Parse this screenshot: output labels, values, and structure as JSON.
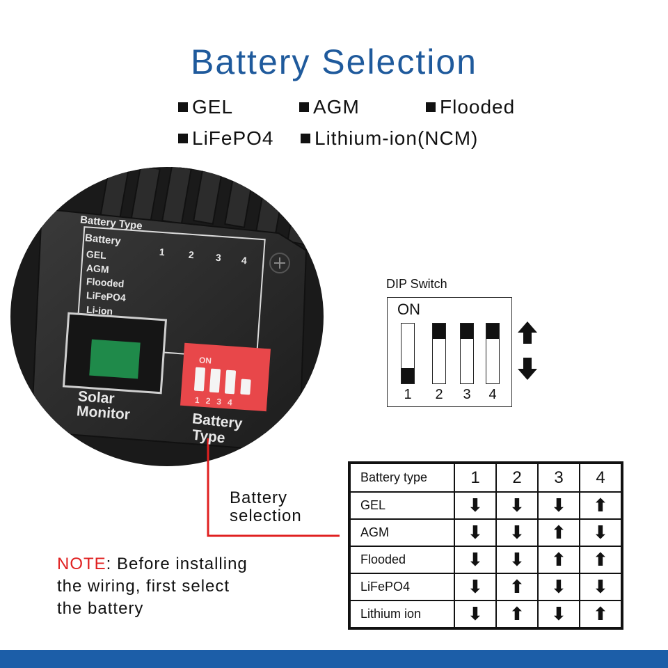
{
  "title": "Battery Selection",
  "battery_types": [
    "GEL",
    "AGM",
    "Flooded",
    "LiFePO4",
    "Lithium-ion(NCM)"
  ],
  "device": {
    "table_heading": "Battery Type",
    "table_col_header": "Battery",
    "table_cols": [
      "1",
      "2",
      "3",
      "4"
    ],
    "table_rows": [
      "GEL",
      "AGM",
      "Flooded",
      "LiFePO4",
      "Li-ion"
    ],
    "port_label_line1": "Solar",
    "port_label_line2": "Monitor",
    "dip_on": "ON",
    "dip_numbers": [
      "1",
      "2",
      "3",
      "4"
    ],
    "dip_label_line1": "Battery",
    "dip_label_line2": "Type",
    "colors": {
      "body": "#2a2a2a",
      "dip": "#e8474a",
      "port_tab": "#1f8a4a"
    }
  },
  "dip_diagram": {
    "label": "DIP Switch",
    "on_label": "ON",
    "switches": [
      {
        "number": "1",
        "position": "down"
      },
      {
        "number": "2",
        "position": "up"
      },
      {
        "number": "3",
        "position": "up"
      },
      {
        "number": "4",
        "position": "up"
      }
    ],
    "legend_icons": [
      "arrow-up-icon",
      "arrow-down-icon"
    ]
  },
  "callout": {
    "line1": "Battery",
    "line2": "selection",
    "line_color": "#e02020"
  },
  "selection_table": {
    "header": "Battery type",
    "columns": [
      "1",
      "2",
      "3",
      "4"
    ],
    "rows": [
      {
        "name": "GEL",
        "switches": [
          "down",
          "down",
          "down",
          "up"
        ]
      },
      {
        "name": "AGM",
        "switches": [
          "down",
          "down",
          "up",
          "down"
        ]
      },
      {
        "name": "Flooded",
        "switches": [
          "down",
          "down",
          "up",
          "up"
        ]
      },
      {
        "name": "LiFePO4",
        "switches": [
          "down",
          "up",
          "down",
          "down"
        ]
      },
      {
        "name": "Lithium ion",
        "switches": [
          "down",
          "up",
          "down",
          "up"
        ]
      }
    ]
  },
  "note": {
    "label": "NOTE",
    "separator": ":",
    "line1": "Before installing",
    "line2": "the wiring, first select",
    "line3": "the battery"
  },
  "colors": {
    "title": "#1f5a9c",
    "bottom_bar": "#1c5ea8",
    "note_label": "#e02020"
  }
}
